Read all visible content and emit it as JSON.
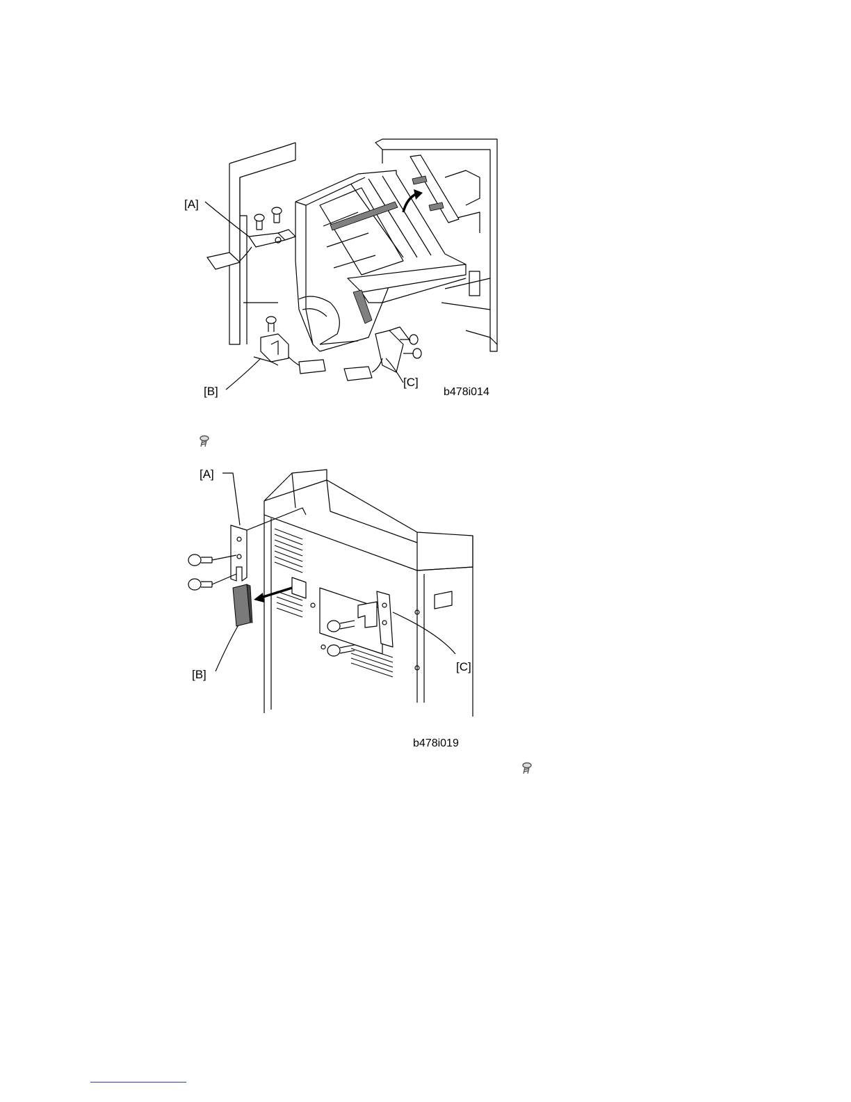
{
  "figure1": {
    "label_a": "[A]",
    "label_b": "[B]",
    "label_c": "[C]",
    "figure_id": "b478i014"
  },
  "figure2": {
    "label_a": "[A]",
    "label_b": "[B]",
    "label_c": "[C]",
    "figure_id": "b478i019"
  },
  "icons": {
    "screw_1": "screw-icon",
    "screw_2": "screw-icon"
  },
  "colors": {
    "line": "#000000",
    "tape": "#808080",
    "cover_fill": "#7a7a7a",
    "footnote_rule": "#2b3fb0"
  }
}
